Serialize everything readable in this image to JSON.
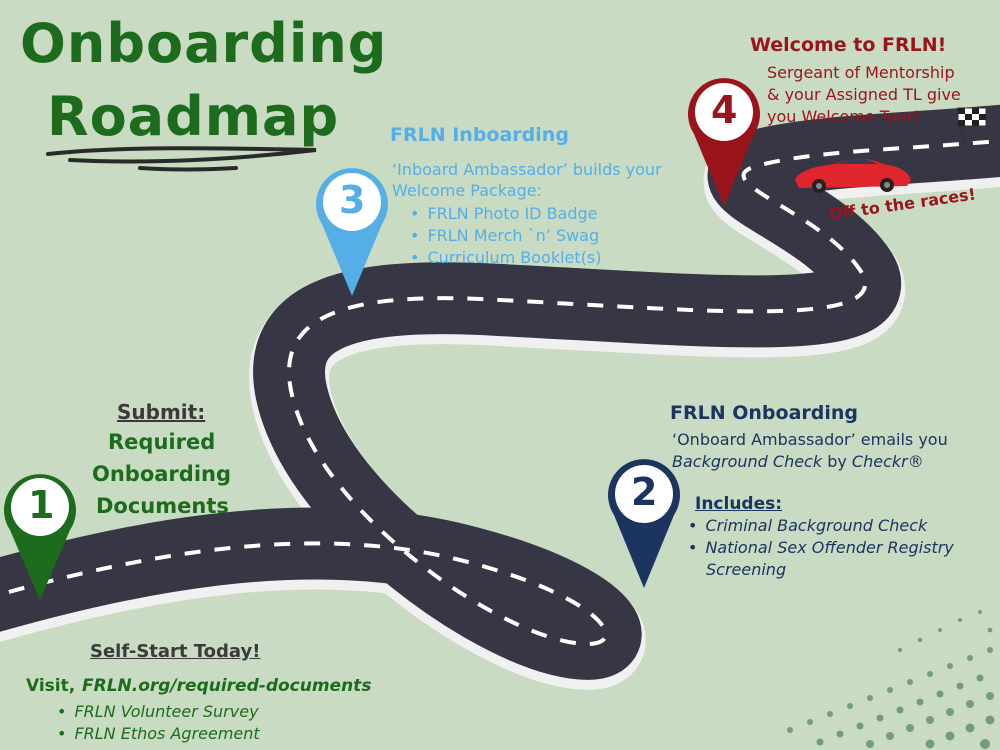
{
  "title": {
    "line1": "Onboarding",
    "line2": "Roadmap"
  },
  "step1": {
    "number": "1",
    "heading": "Submit:",
    "lines": [
      "Required",
      "Onboarding",
      "Documents"
    ],
    "selfstart": "Self-Start Today!",
    "visit_label": "Visit,",
    "visit_link": "FRLN.org/required-documents",
    "bullets": [
      "FRLN Volunteer Survey",
      "FRLN Ethos Agreement"
    ]
  },
  "step2": {
    "number": "2",
    "heading": "FRLN Onboarding",
    "line1": "‘Onboard Ambassador’ emails you",
    "line2_italic_a": "Background Check",
    "line2_by": " by ",
    "line2_italic_b": "Checkr®",
    "includes": "Includes:",
    "bullets": [
      "Criminal Background Check",
      "National Sex Offender Registry",
      "Screening"
    ]
  },
  "step3": {
    "number": "3",
    "heading": "FRLN Inboarding",
    "line1": "‘Inboard Ambassador’ builds your",
    "line2": "Welcome Package:",
    "bullets": [
      "FRLN Photo ID Badge",
      "FRLN Merch `n’ Swag",
      "Curriculum Booklet(s)"
    ]
  },
  "step4": {
    "number": "4",
    "heading": "Welcome to FRLN!",
    "lines": [
      "Sergeant of Mentorship",
      "& your Assigned TL give",
      "you Welcome Tour!"
    ],
    "races": "Off to the races!"
  },
  "colors": {
    "background": "#c9dcc3",
    "green": "#1d6b1d",
    "navy": "#1c3460",
    "blue": "#55aee6",
    "red": "#9a141b",
    "road": "#363645"
  },
  "icons": [
    "flag-icon",
    "race-car-icon",
    "map-pin-icon"
  ]
}
